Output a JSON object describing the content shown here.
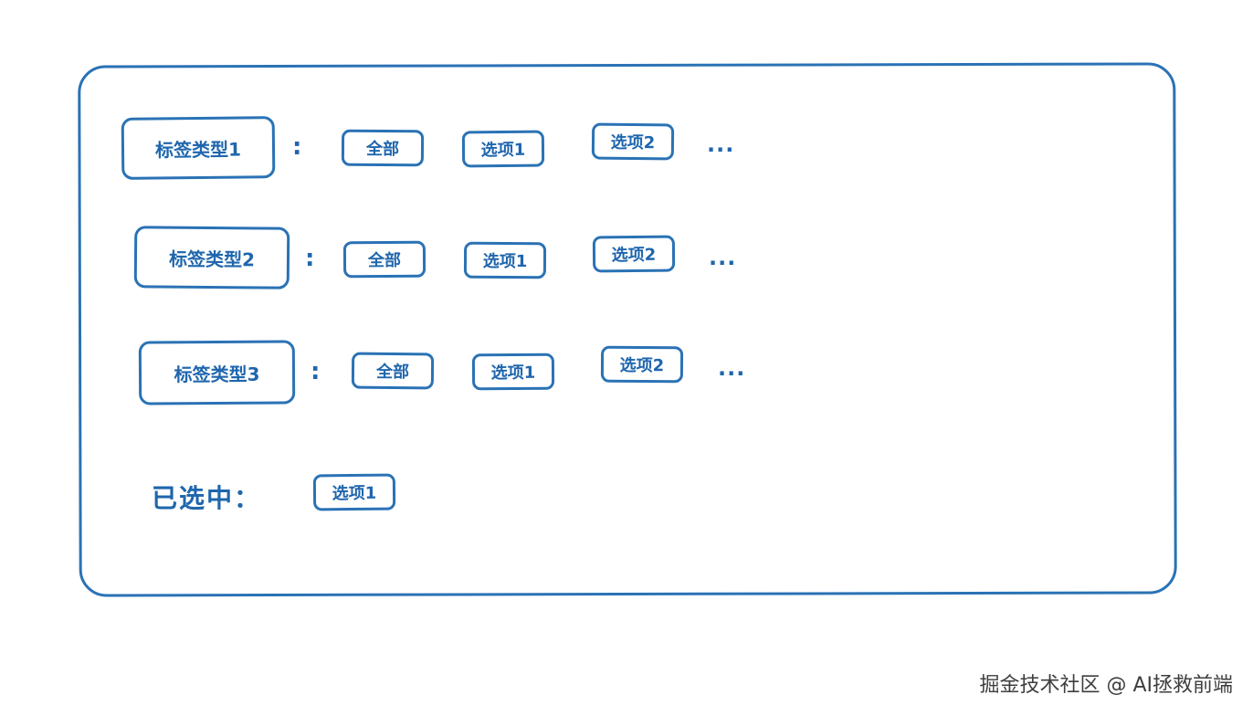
{
  "rows": [
    {
      "type_label": "标签类型1",
      "colon": ":",
      "tags": [
        "全部",
        "选项1",
        "选项2"
      ],
      "more": "..."
    },
    {
      "type_label": "标签类型2",
      "colon": ":",
      "tags": [
        "全部",
        "选项1",
        "选项2"
      ],
      "more": "..."
    },
    {
      "type_label": "标签类型3",
      "colon": ":",
      "tags": [
        "全部",
        "选项1",
        "选项2"
      ],
      "more": "..."
    }
  ],
  "selected": {
    "label": "已选中：",
    "items": [
      "选项1"
    ]
  },
  "watermark": "掘金技术社区 @ AI拯救前端",
  "colors": {
    "stroke": "#2a72b5",
    "text": "#1f66ad",
    "background": "#ffffff"
  }
}
